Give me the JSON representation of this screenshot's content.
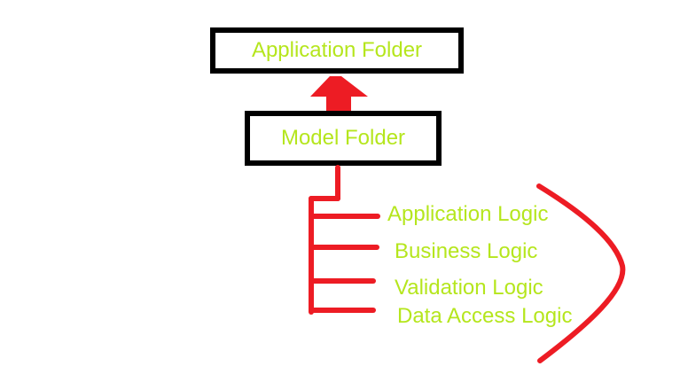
{
  "boxes": {
    "application_folder_label": "Application Folder",
    "model_folder_label": "Model Folder"
  },
  "logic_list": {
    "items": [
      "Application Logic",
      "Business Logic",
      "Validation Logic",
      "Data Access Logic"
    ]
  },
  "icons": {
    "up_arrow": "red-block-arrow-up",
    "right_brace": "freehand-right-chevron-brace"
  },
  "colors": {
    "text_green": "#B5E61D",
    "shape_red": "#ED1C24",
    "box_border": "#000000",
    "background": "#FFFFFF"
  }
}
